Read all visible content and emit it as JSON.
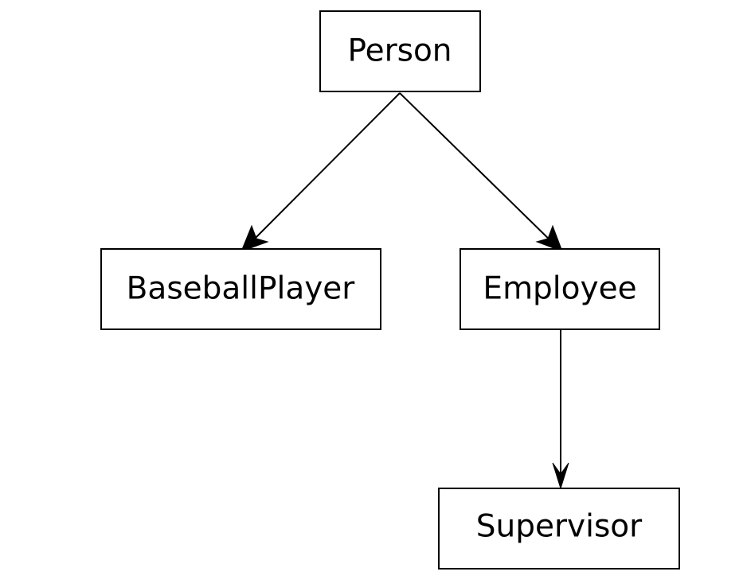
{
  "diagram": {
    "nodes": {
      "person": {
        "label": "Person"
      },
      "baseballplayer": {
        "label": "BaseballPlayer"
      },
      "employee": {
        "label": "Employee"
      },
      "supervisor": {
        "label": "Supervisor"
      }
    },
    "edges": [
      {
        "from": "person",
        "to": "baseballplayer"
      },
      {
        "from": "person",
        "to": "employee"
      },
      {
        "from": "employee",
        "to": "supervisor"
      }
    ]
  },
  "colors": {
    "background": "#ffffff",
    "stroke": "#000000",
    "text": "#000000"
  }
}
